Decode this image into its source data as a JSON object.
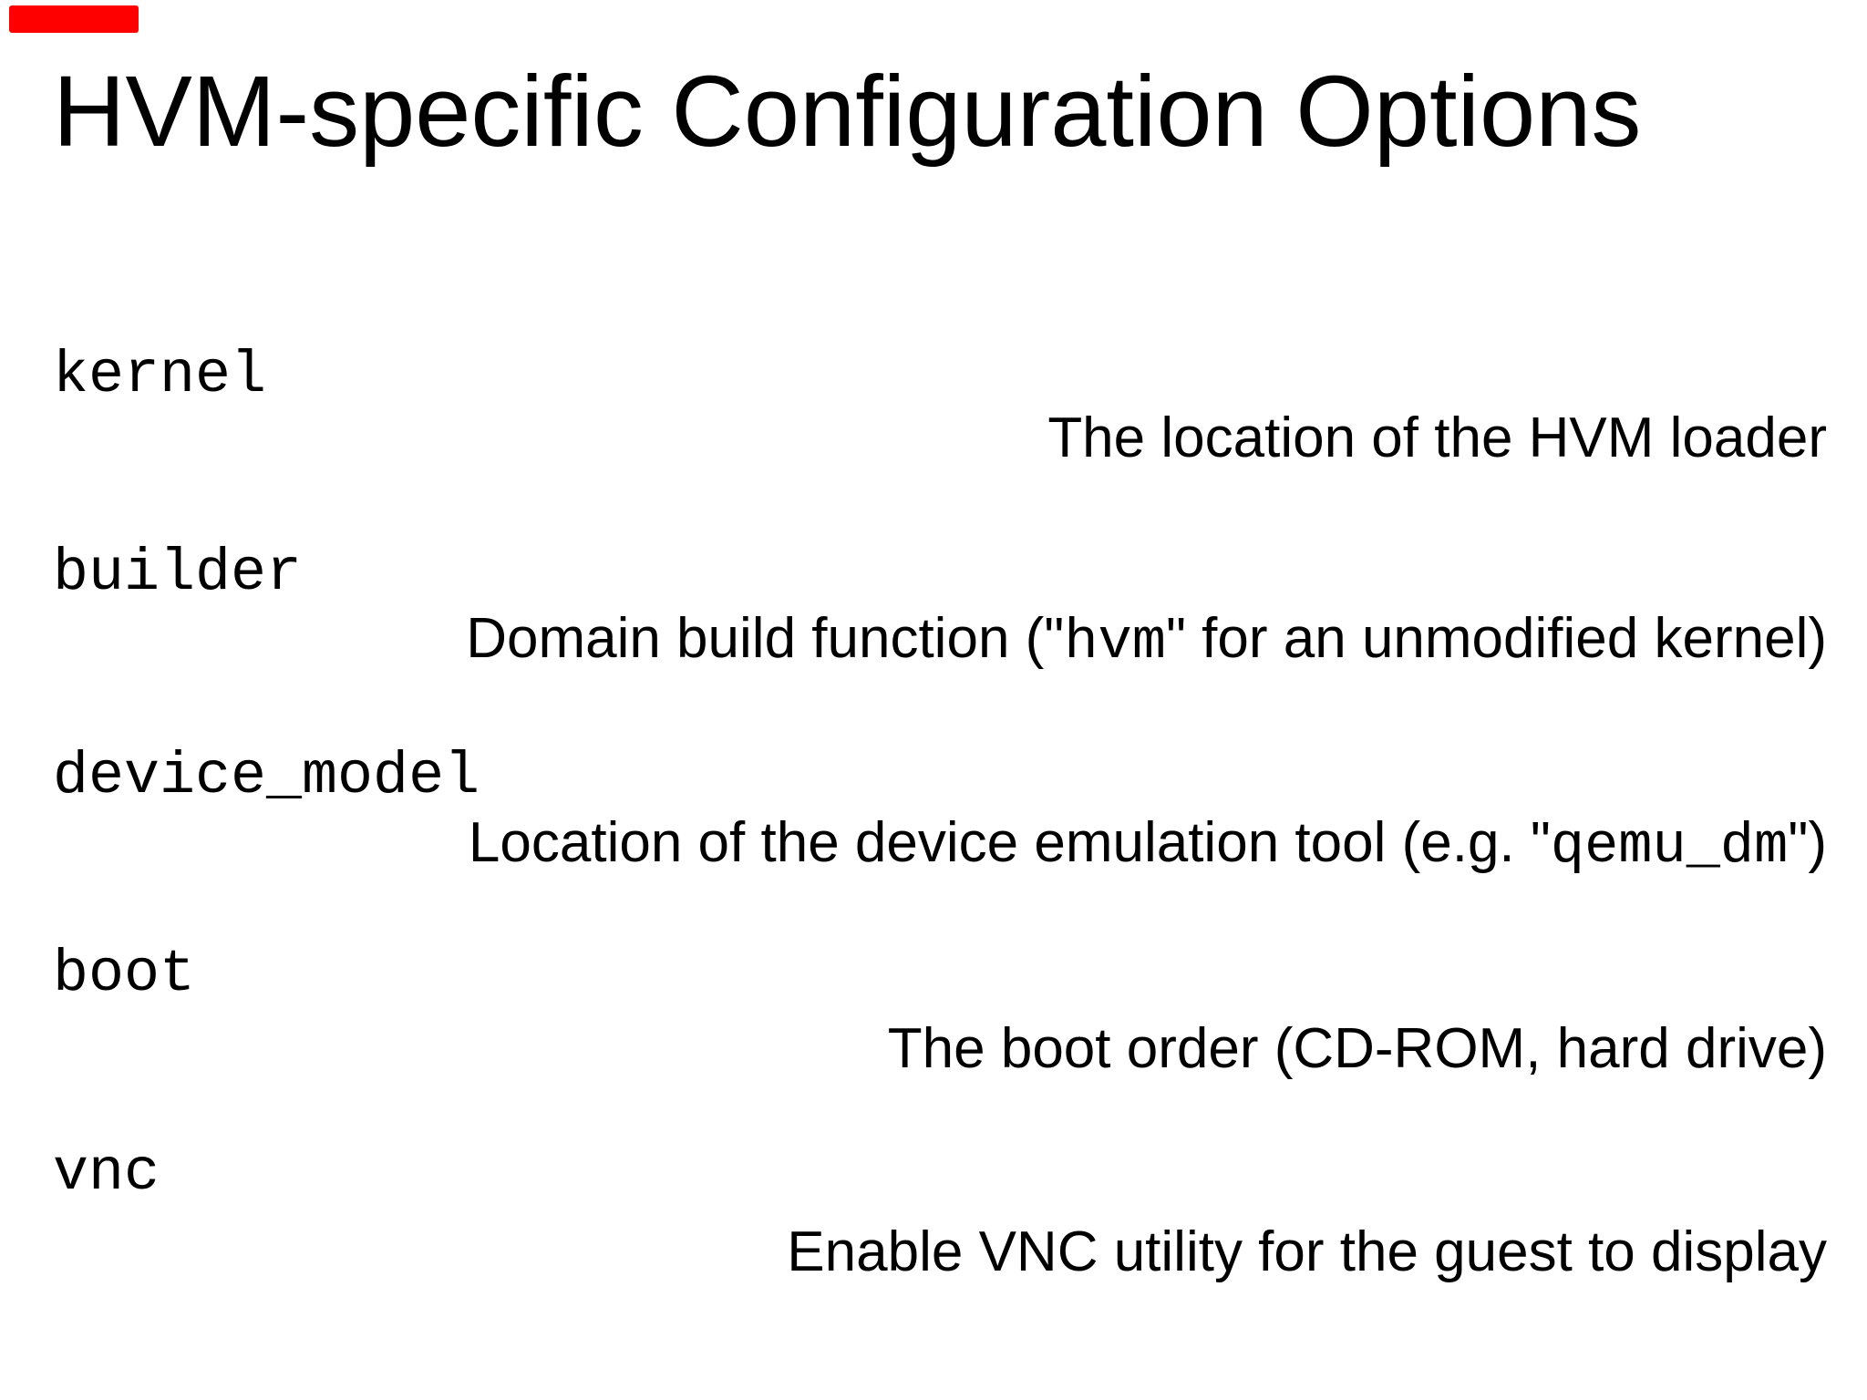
{
  "slide": {
    "title": "HVM-specific Configuration Options",
    "marker_color": "#ff0000",
    "text_color": "#000000",
    "background_color": "#ffffff",
    "entries": [
      {
        "term": "kernel",
        "desc": [
          {
            "style": "sans",
            "text": "The location of the HVM loader"
          }
        ]
      },
      {
        "term": "builder",
        "desc": [
          {
            "style": "sans",
            "text": "Domain build function (\""
          },
          {
            "style": "mono",
            "text": "hvm"
          },
          {
            "style": "sans",
            "text": "\" for an unmodified kernel)"
          }
        ]
      },
      {
        "term": "device_model",
        "desc": [
          {
            "style": "sans",
            "text": "Location of the device emulation tool (e.g. \""
          },
          {
            "style": "mono",
            "text": "qemu_dm"
          },
          {
            "style": "sans",
            "text": "\")"
          }
        ]
      },
      {
        "term": "boot",
        "desc": [
          {
            "style": "sans",
            "text": "The boot order (CD-ROM, hard drive)"
          }
        ]
      },
      {
        "term": "vnc",
        "desc": [
          {
            "style": "sans",
            "text": "Enable VNC utility for the guest to display"
          }
        ]
      }
    ]
  }
}
